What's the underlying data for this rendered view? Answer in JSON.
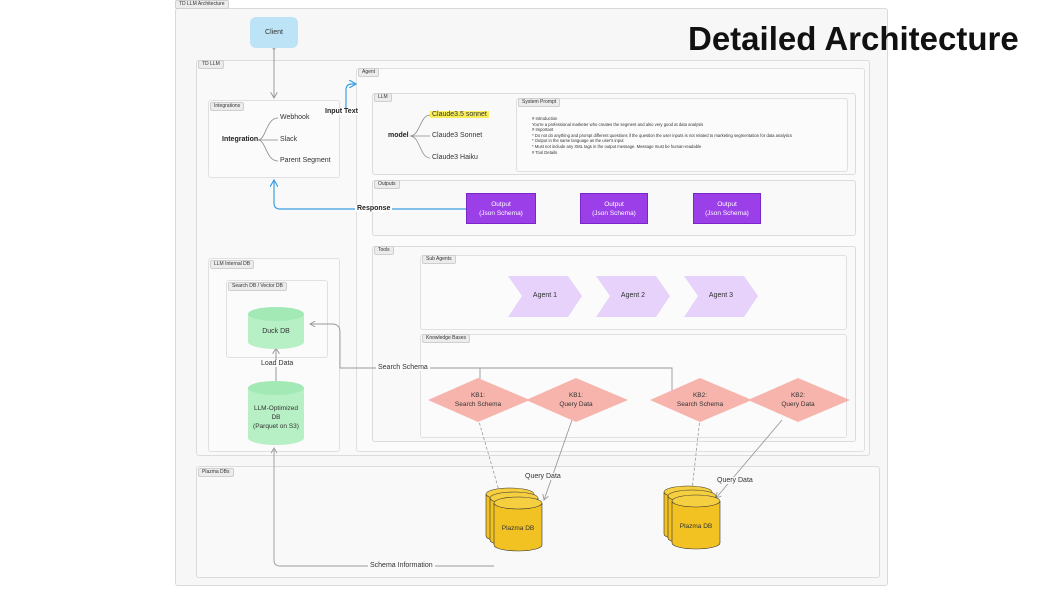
{
  "page_title": "Detailed Architecture",
  "frames": {
    "outer": "TD LLM Architecture",
    "td_llm": "TD LLM",
    "agent": "Agent",
    "llm": "LLM",
    "system_prompt": "System Prompt",
    "integrations": "Integrations",
    "outputs": "Outputs",
    "tools": "Tools",
    "sub_agents": "Sub Agents",
    "knowledge_bases": "Knowledge Bases",
    "llm_internal_db": "LLM Internal DB",
    "search_db": "Search DB / Vector DB",
    "plazma_dbs": "Plazma DBs"
  },
  "client": "Client",
  "integrations": {
    "root": "Integration",
    "items": [
      "Webhook",
      "Slack",
      "Parent Segment"
    ]
  },
  "input_text": "Input Text",
  "response": "Response",
  "model": {
    "root": "model",
    "items": [
      "Claude3.5 sonnet",
      "Claude3 Sonnet",
      "Claude3 Haiku"
    ]
  },
  "system_prompt_lines": [
    "# Introduction",
    "You're a professional marketer who creates the segment and also very good at data analysis",
    "# Important",
    "* Do not do anything and prompt different questions if the question the user inputs is not related to marketing segmentation for data analytics",
    "* Output in the same language as the user's input",
    "* Must not include any XML tags in the output message. Message must be human-readable",
    "# Tool Details"
  ],
  "outputs": [
    {
      "line1": "Output",
      "line2": "(Json Schema)"
    },
    {
      "line1": "Output",
      "line2": "(Json Schema)"
    },
    {
      "line1": "Output",
      "line2": "(Json Schema)"
    }
  ],
  "sub_agents": [
    "Agent 1",
    "Agent 2",
    "Agent 3"
  ],
  "knowledge_bases": [
    {
      "line1": "KB1:",
      "line2": "Search Schema"
    },
    {
      "line1": "KB1:",
      "line2": "Query Data"
    },
    {
      "line1": "KB2:",
      "line2": "Search Schema"
    },
    {
      "line1": "KB2:",
      "line2": "Query Data"
    }
  ],
  "duck_db": "Duck DB",
  "load_data": "Load Data",
  "llm_db": {
    "line1": "LLM-Optimized",
    "line2": "DB",
    "line3": "(Parquet on S3)"
  },
  "search_schema": "Search Schema",
  "query_data": [
    "Query Data",
    "Query Data"
  ],
  "plazma_db": [
    "Plazma DB",
    "Plazma DB"
  ],
  "schema_information": "Schema Information",
  "colors": {
    "client": "#bde3f7",
    "output": "#9b3fe8",
    "agent": "#e6d2fb",
    "kb": "#f6b4ac",
    "db_green": "#b7f0c5",
    "plazma": "#f2c222",
    "arrow_blue": "#3aa0e4",
    "highlight": "#f8ee5a"
  }
}
